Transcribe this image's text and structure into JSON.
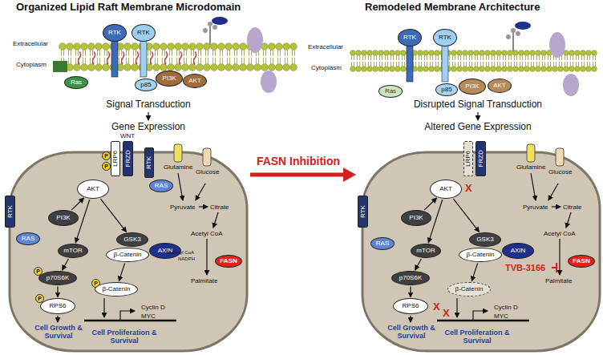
{
  "diagram": {
    "nodes": [
      {
        "text": [
          "RTK"
        ]
      },
      {
        "text": [
          "RTK"
        ]
      },
      {
        "text": [
          "Ras"
        ]
      },
      {
        "text": [
          "p85"
        ]
      },
      {
        "text": [
          "PI3K"
        ]
      },
      {
        "text": [
          "AKT"
        ]
      },
      {
        "text": [
          "RTK"
        ]
      },
      {
        "text": [
          "RTK"
        ]
      },
      {
        "text": [
          "Ras"
        ]
      },
      {
        "text": [
          "p85"
        ]
      },
      {
        "text": [
          "PI3K"
        ]
      },
      {
        "text": [
          "AKT"
        ]
      },
      {
        "text": [
          "RTK"
        ]
      },
      {
        "text": [
          "RAS"
        ]
      },
      {
        "text": [
          "PI3K"
        ]
      },
      {
        "text": [
          "AKT"
        ]
      },
      {
        "text": [
          "mTOR"
        ]
      },
      {
        "text": [
          "p70S6K"
        ]
      },
      {
        "text": [
          "P"
        ]
      },
      {
        "text": [
          "RPS6"
        ]
      },
      {
        "text": [
          "P"
        ]
      },
      {
        "text": [
          "LRP6"
        ]
      },
      {
        "text": [
          "P"
        ]
      },
      {
        "text": [
          "P"
        ]
      },
      {
        "text": [
          "FRZD"
        ]
      },
      {
        "text": [
          "RTK"
        ]
      },
      {
        "text": [
          "RAS"
        ]
      },
      {
        "text": [
          "GSK3"
        ]
      },
      {
        "text": [
          "β-Catenin"
        ]
      },
      {
        "text": [
          "AXIN"
        ]
      },
      {
        "text": [
          "P"
        ]
      },
      {
        "text": [
          "β-Catenin"
        ]
      },
      {
        "text": [
          "FASN"
        ]
      },
      {
        "text": [
          "RTK"
        ]
      },
      {
        "text": [
          "PI3K"
        ]
      },
      {
        "text": [
          "AKT"
        ]
      },
      {
        "text": [
          "RAS"
        ]
      },
      {
        "text": [
          "mTOR"
        ]
      },
      {
        "text": [
          "p70S6K"
        ]
      },
      {
        "text": [
          "RPS6"
        ]
      },
      {
        "text": [
          "LRP6"
        ]
      },
      {
        "text": [
          "FRZD"
        ]
      },
      {
        "text": [
          "GSK3"
        ]
      },
      {
        "text": [
          "β-Catenin"
        ]
      },
      {
        "text": [
          "AXIN"
        ]
      },
      {
        "text": [
          "β-Catenin"
        ]
      },
      {
        "text": [
          "FASN"
        ]
      }
    ],
    "edges": [
      {
        "from": 14,
        "to": 15,
        "arrow": "to"
      },
      {
        "from": 15,
        "to": 16,
        "arrow": "to"
      },
      {
        "from": 16,
        "to": 17,
        "arrow": "to"
      },
      {
        "from": 17,
        "to": 19,
        "arrow": "to"
      },
      {
        "from": 15,
        "to": 27,
        "arrow": "to"
      },
      {
        "from": 28,
        "to": 31,
        "arrow": "to"
      },
      {
        "from": 34,
        "to": 35,
        "arrow": "to"
      },
      {
        "from": 35,
        "to": 37,
        "arrow": "to"
      },
      {
        "from": 37,
        "to": 38,
        "arrow": "to"
      },
      {
        "from": 38,
        "to": 39,
        "arrow": "to"
      },
      {
        "from": 35,
        "to": 42,
        "arrow": "to"
      },
      {
        "from": 43,
        "to": 45,
        "arrow": "to"
      }
    ],
    "labels": [
      "Organized Lipid Raft Membrane Microdomain",
      "Extracellular",
      "Cytoplasm",
      "Signal Transduction",
      "Gene Expression",
      "Remodeled Membrane Architecture",
      "Extracellular",
      "Cytoplasm",
      "Disrupted Signal Transduction",
      "Altered Gene Expression",
      "FASN Inhibition",
      "WNT",
      "Glutamine",
      "Glucose",
      "Pyruvate",
      "Citrate",
      "Acetyl CoA",
      "Malonyl CoA",
      "NADPH",
      "Palmitate",
      "Cyclin D",
      "MYC",
      "Cell Growth & Survival",
      "Cell Proliferation & Survival",
      "Glutamine",
      "Glucose",
      "Pyruvate",
      "Citrate",
      "Acetyl CoA",
      "Palmitate",
      "TVB-3166",
      "Cyclin D",
      "MYC",
      "Cell Growth & Survival",
      "Cell Proliferation & Survival",
      "X",
      "X",
      "X"
    ]
  }
}
